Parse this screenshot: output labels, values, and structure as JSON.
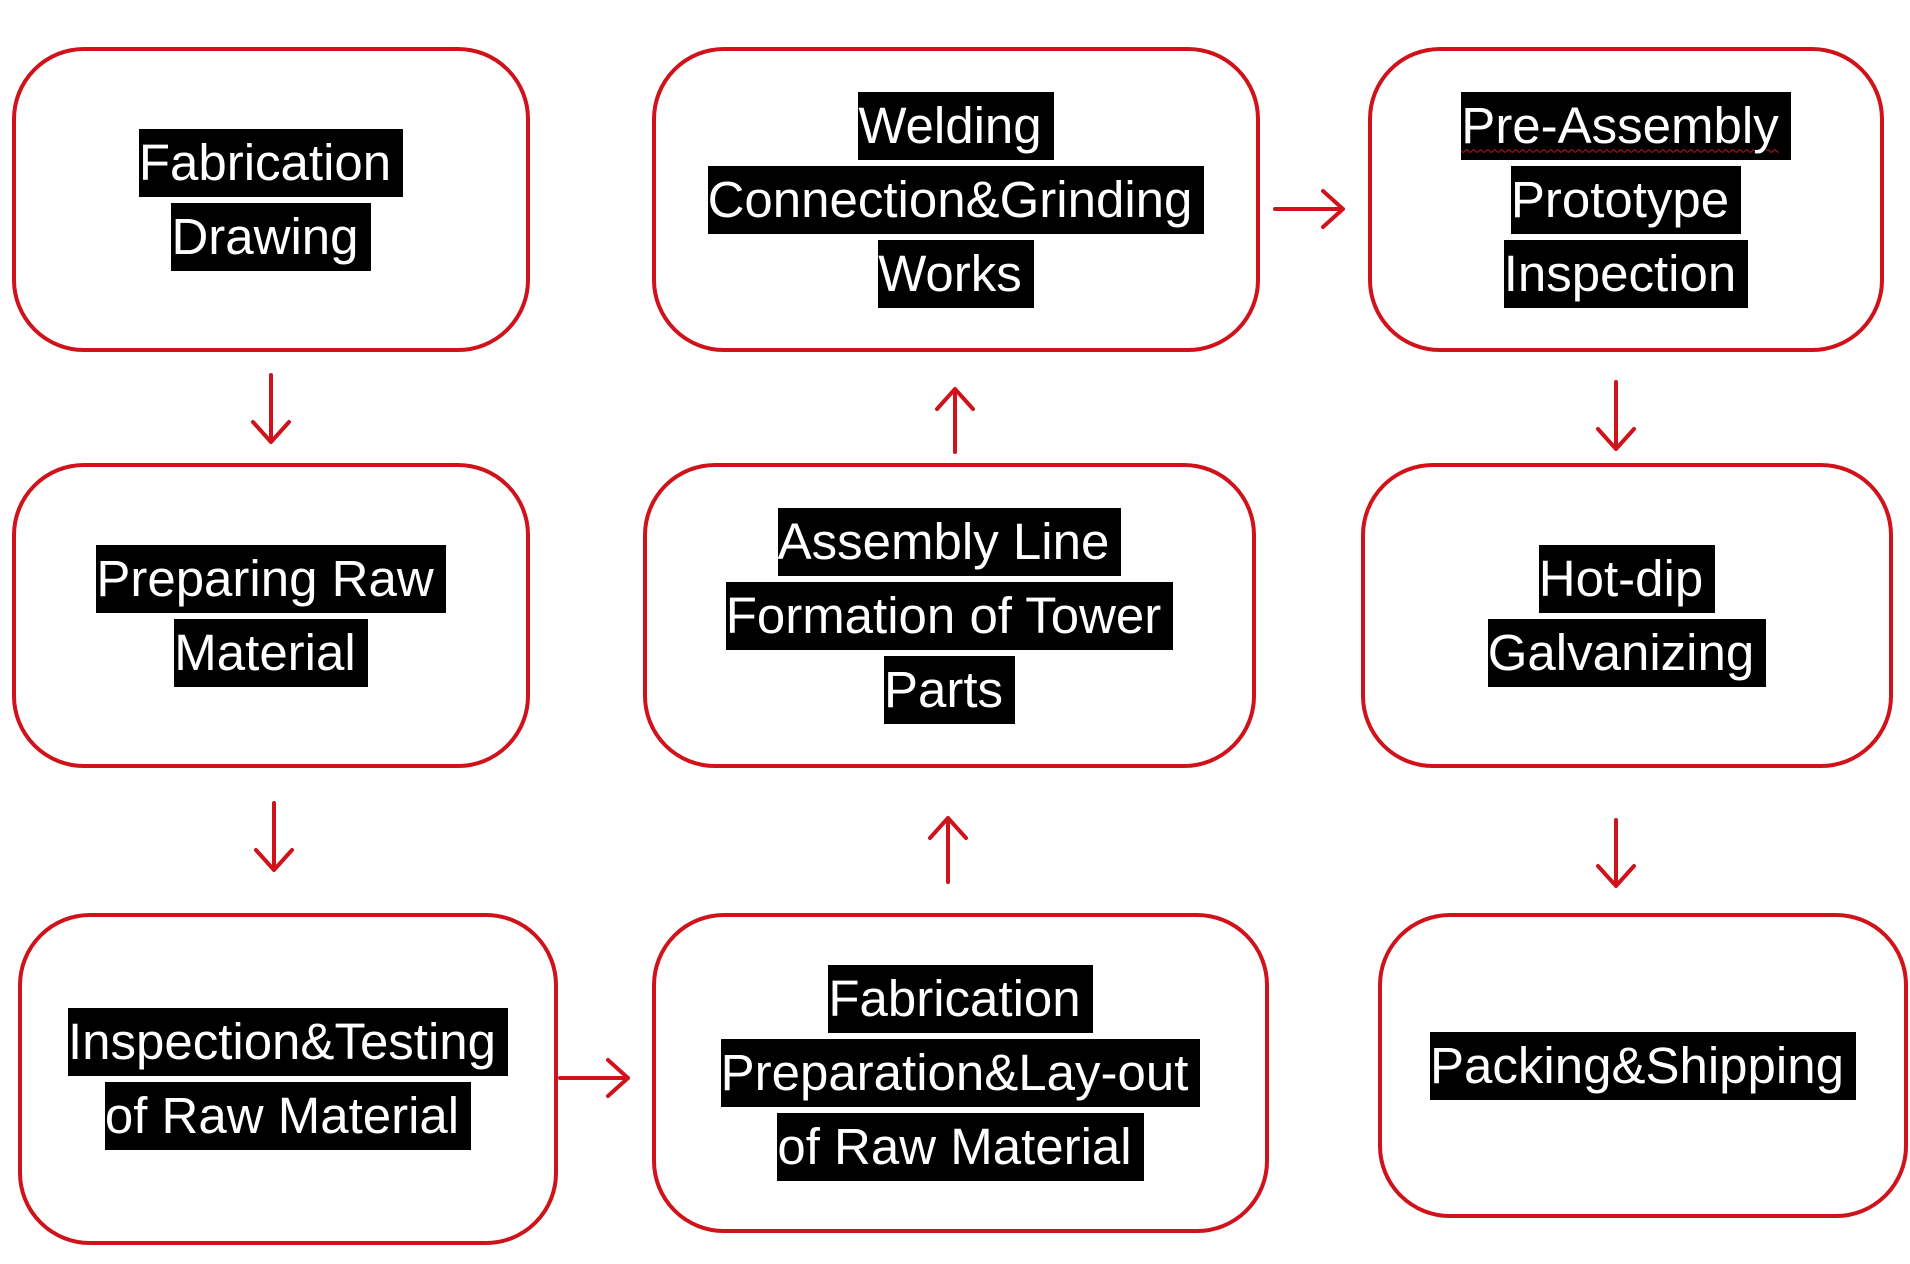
{
  "colors": {
    "box_border": "#d0121b",
    "arrow": "#d0121b",
    "label_background": "#000000",
    "label_text": "#ffffff",
    "page_background": "#ffffff"
  },
  "steps": {
    "fabrication_drawing": {
      "lines": [
        "Fabrication",
        "Drawing"
      ]
    },
    "preparing_raw_material": {
      "lines": [
        "Preparing Raw",
        "Material"
      ]
    },
    "inspection_testing": {
      "lines": [
        "Inspection&Testing",
        "of Raw Material"
      ]
    },
    "fabrication_preparation": {
      "lines": [
        "Fabrication",
        "Preparation&Lay-out",
        "of Raw Material"
      ]
    },
    "assembly_line": {
      "lines": [
        "Assembly Line",
        "Formation of Tower",
        "Parts"
      ]
    },
    "welding": {
      "lines": [
        "Welding",
        "Connection&Grinding",
        "Works"
      ]
    },
    "pre_assembly": {
      "lines": [
        "Pre-Assembly",
        "Prototype",
        "Inspection"
      ]
    },
    "hot_dip": {
      "lines": [
        "Hot-dip",
        "Galvanizing"
      ]
    },
    "packing_shipping": {
      "lines": [
        "Packing&Shipping"
      ]
    }
  },
  "flow": [
    {
      "from": "fabrication_drawing",
      "to": "preparing_raw_material",
      "direction": "down"
    },
    {
      "from": "preparing_raw_material",
      "to": "inspection_testing",
      "direction": "down"
    },
    {
      "from": "inspection_testing",
      "to": "fabrication_preparation",
      "direction": "right"
    },
    {
      "from": "fabrication_preparation",
      "to": "assembly_line",
      "direction": "up"
    },
    {
      "from": "assembly_line",
      "to": "welding",
      "direction": "up"
    },
    {
      "from": "welding",
      "to": "pre_assembly",
      "direction": "right"
    },
    {
      "from": "pre_assembly",
      "to": "hot_dip",
      "direction": "down"
    },
    {
      "from": "hot_dip",
      "to": "packing_shipping",
      "direction": "down"
    }
  ]
}
